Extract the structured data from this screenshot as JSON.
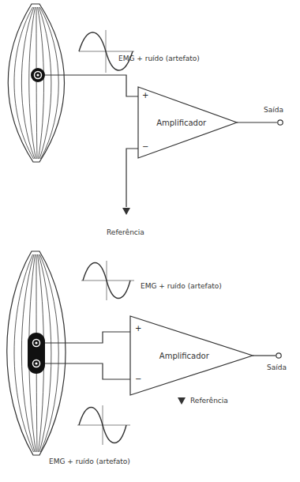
{
  "diagram": {
    "nodes": [
      {
        "text": [
          "Amplificador"
        ]
      },
      {
        "text": [
          "Amplificador"
        ]
      }
    ],
    "labels": [
      "EMG + ruído (artefato)",
      "+",
      "−",
      "Saída",
      "Referência",
      "EMG + ruído (artefato)",
      "+",
      "−",
      "Saída",
      "Referência",
      "EMG + ruído (artefato)"
    ]
  }
}
